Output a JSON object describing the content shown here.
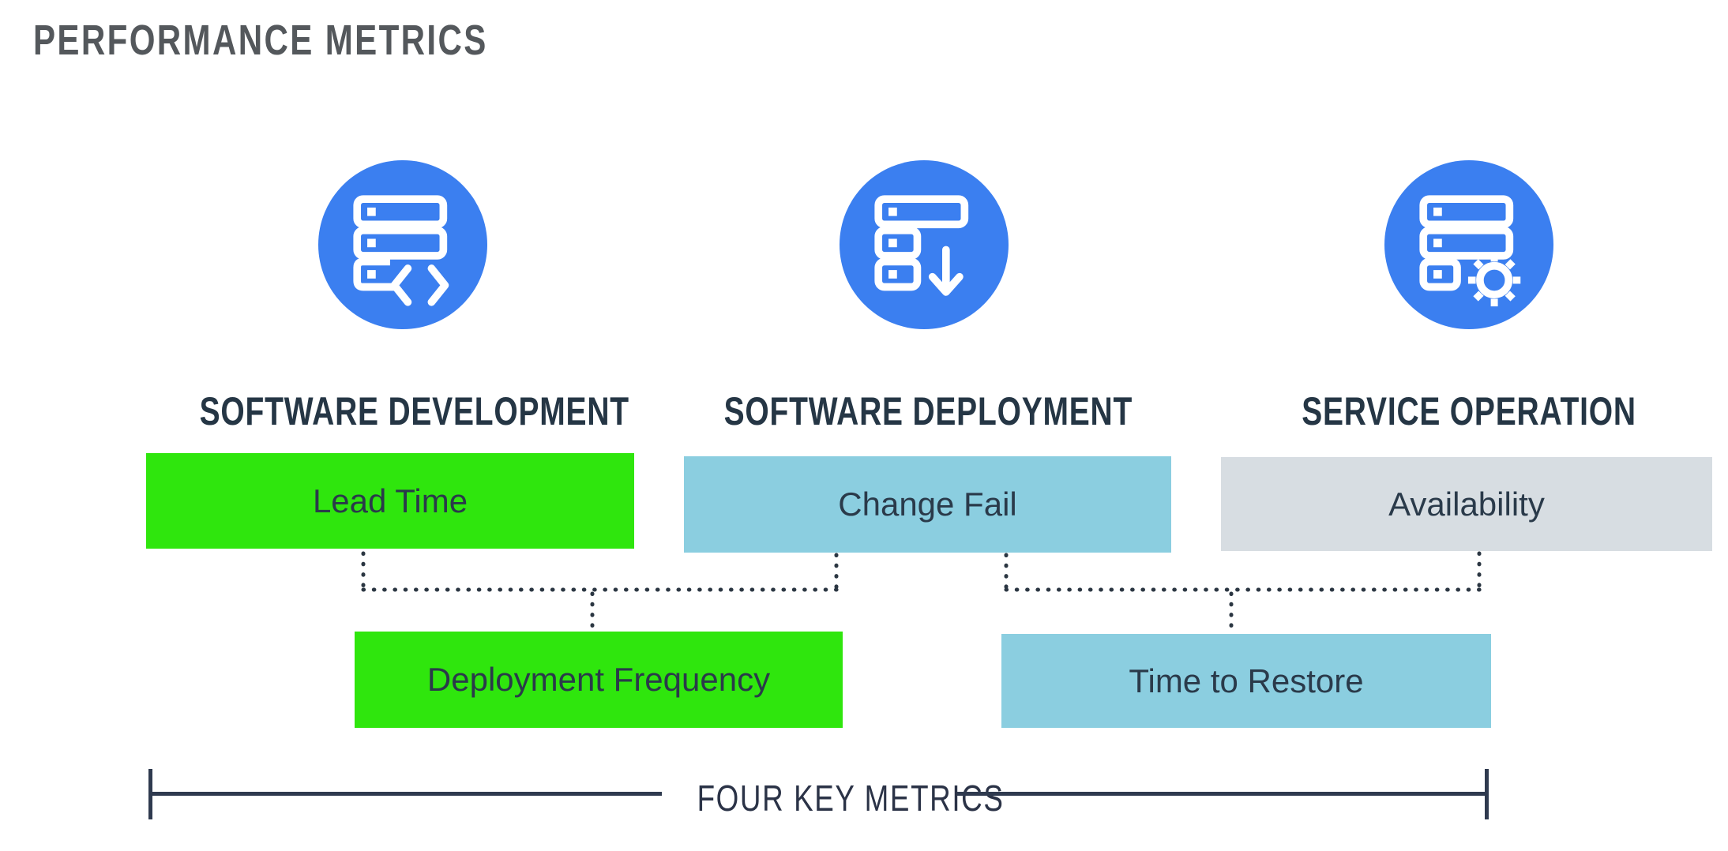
{
  "title": "PERFORMANCE METRICS",
  "columns": [
    {
      "heading": "SOFTWARE DEVELOPMENT",
      "icon": "server-code-icon"
    },
    {
      "heading": "SOFTWARE DEPLOYMENT",
      "icon": "server-download-icon"
    },
    {
      "heading": "SERVICE OPERATION",
      "icon": "server-gear-icon"
    }
  ],
  "metrics": {
    "row1": [
      {
        "label": "Lead Time",
        "color": "#2fe60d"
      },
      {
        "label": "Change Fail",
        "color": "#8bcee0"
      },
      {
        "label": "Availability",
        "color": "#d7dde2"
      }
    ],
    "row2": [
      {
        "label": "Deployment Frequency",
        "color": "#2fe60d"
      },
      {
        "label": "Time to Restore",
        "color": "#8bcee0"
      }
    ]
  },
  "footer": {
    "label": "FOUR KEY METRICS"
  },
  "colors": {
    "icon_circle_blue": "#3b7ff0",
    "icon_glyph_white": "#ffffff",
    "green": "#2fe60d",
    "light_blue": "#8bcee0",
    "light_gray": "#d7dde2",
    "title_gray": "#54585c",
    "heading_navy": "#253645",
    "bar_text_navy": "#2a3a4a",
    "dotted_line_navy": "#2b3642",
    "bracket_navy": "#2f3a4f"
  }
}
